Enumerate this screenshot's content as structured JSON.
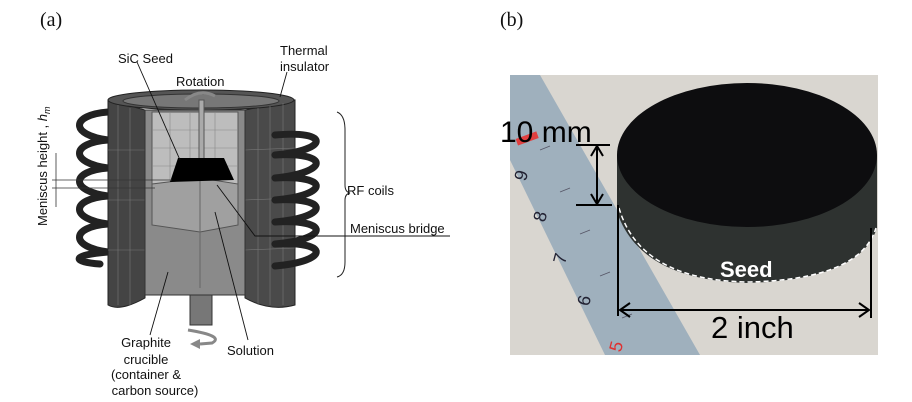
{
  "panel_a": {
    "panel_label": "(a)",
    "labels": {
      "sic_seed": "SiC Seed",
      "thermal_insulator_1": "Thermal",
      "thermal_insulator_2": "insulator",
      "rotation": "Rotation",
      "meniscus_height": "Meniscus height , ",
      "meniscus_height_symbol": "h",
      "meniscus_height_sub": "m",
      "rf_coils": "RF coils",
      "meniscus_bridge": "Meniscus bridge",
      "graphite_1": "Graphite",
      "graphite_2": "crucible",
      "graphite_3": "(container &",
      "graphite_4": "carbon source)",
      "solution": "Solution"
    }
  },
  "panel_b": {
    "panel_label": "(b)",
    "labels": {
      "thickness": "10 mm",
      "seed": "Seed",
      "diameter": "2 inch"
    },
    "ruler_numbers": [
      "9",
      "8",
      "7",
      "6",
      "5"
    ]
  }
}
